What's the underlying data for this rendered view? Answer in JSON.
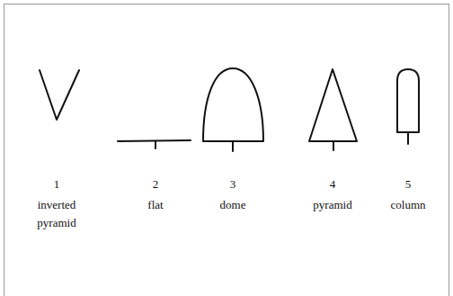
{
  "diagram": {
    "labels": [
      "1",
      "inverted pyramid",
      "2",
      "flat",
      "3",
      "dome",
      "4",
      "pyramid",
      "5",
      "column"
    ]
  }
}
